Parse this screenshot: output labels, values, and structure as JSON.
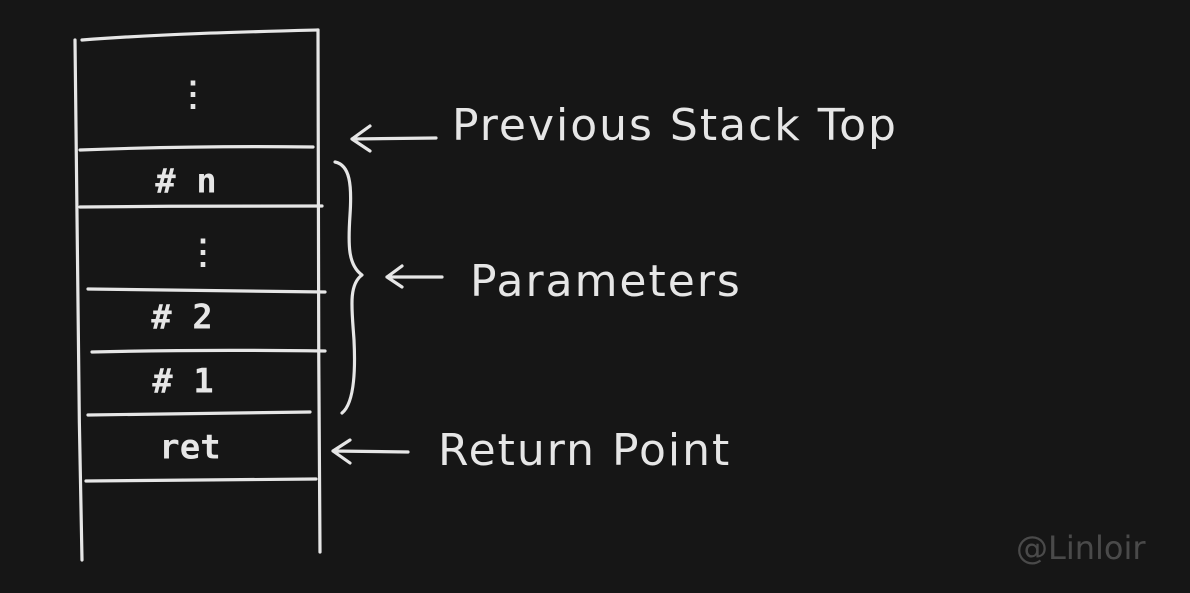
{
  "diagram": {
    "cells": [
      {
        "id": "top",
        "text": "⋮"
      },
      {
        "id": "param-n",
        "text": "# n"
      },
      {
        "id": "middle",
        "text": "⋮"
      },
      {
        "id": "param-2",
        "text": "# 2"
      },
      {
        "id": "param-1",
        "text": "# 1"
      },
      {
        "id": "ret",
        "text": "ret"
      }
    ],
    "labels": {
      "previous_stack_top": "Previous Stack Top",
      "parameters": "Parameters",
      "return_point": "Return Point"
    },
    "watermark": "@Linloir",
    "colors": {
      "background": "#161616",
      "ink": "#e6e6e6",
      "watermark": "#4a4a4a"
    }
  }
}
